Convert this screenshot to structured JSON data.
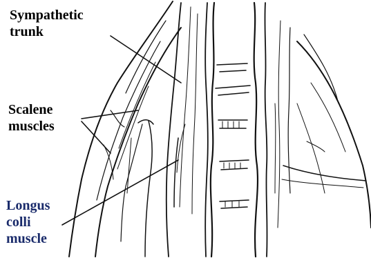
{
  "labels": {
    "sympathetic_trunk": {
      "line1": "Sympathetic",
      "line2": "trunk",
      "color": "#000000"
    },
    "scalene_muscles": {
      "line1": "Scalene",
      "line2": "muscles",
      "color": "#000000"
    },
    "longus_colli_muscle": {
      "line1": "Longus",
      "line2": "colli",
      "line3": "muscle",
      "color": "#1a2b6b"
    }
  },
  "drawing": {
    "subject": "anterior neck anatomy sketch with cervical vertebrae",
    "ink_color": "#111111"
  }
}
